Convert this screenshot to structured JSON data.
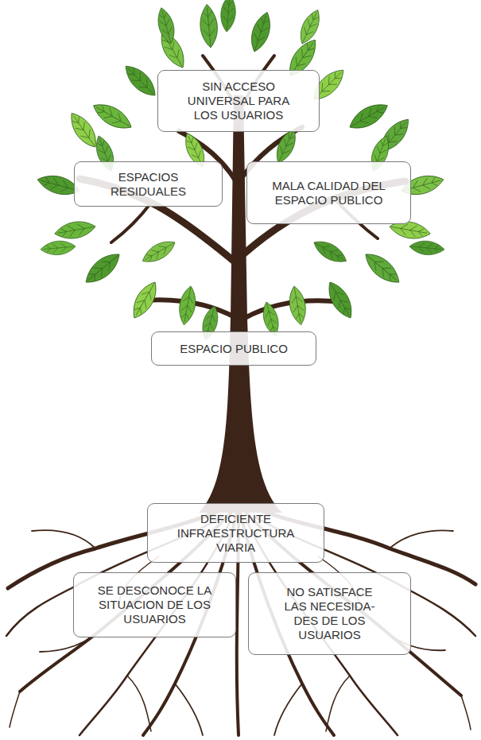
{
  "diagram": {
    "nodes": [
      {
        "text": [
          "SIN ACCESO UNIVERSAL PARA LOS USUARIOS"
        ]
      },
      {
        "text": [
          "ESPACIOS RESIDUALES"
        ]
      },
      {
        "text": [
          "MALA CALIDAD DEL ESPACIO PUBLICO"
        ]
      },
      {
        "text": [
          "ESPACIO PUBLICO"
        ]
      },
      {
        "text": [
          "DEFICIENTE INFRAESTRUCTURA VIARIA"
        ]
      },
      {
        "text": [
          "SE DESCONOCE LA SITUACION DE LOS USUARIOS"
        ]
      },
      {
        "text": [
          "NO SATISFACE LAS NECESIDA- DES DE LOS USUARIOS"
        ]
      }
    ]
  }
}
